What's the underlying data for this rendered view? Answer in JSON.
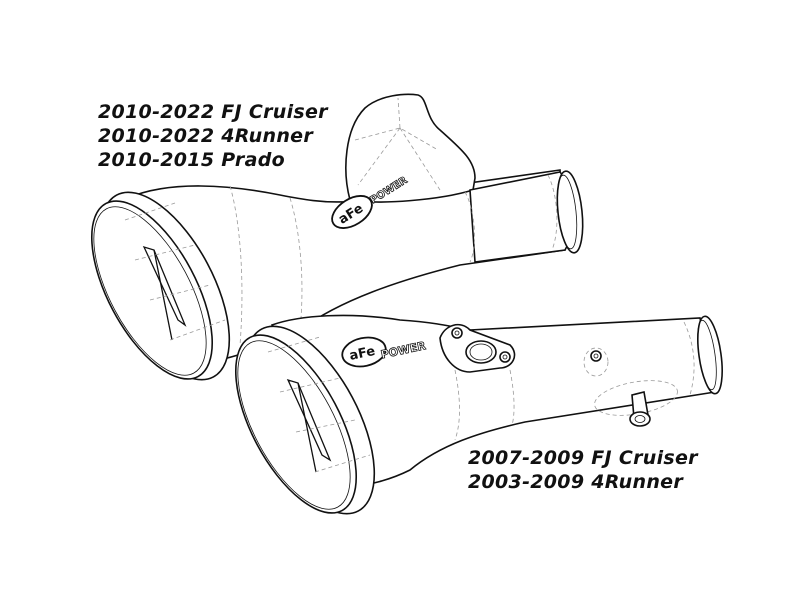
{
  "diagram": {
    "subject": "Intake tube line drawings",
    "line_color": "#111111",
    "hidden_line_color": "#9a9a9a",
    "background": "#ffffff"
  },
  "parts": [
    {
      "id": "upper-tube",
      "logo": {
        "mark": "aFe",
        "word": "POWER"
      },
      "applications": [
        "2010-2022 FJ Cruiser",
        "2010-2022 4Runner",
        "2010-2015 Prado"
      ]
    },
    {
      "id": "lower-tube",
      "logo": {
        "mark": "aFe",
        "word": "POWER"
      },
      "applications": [
        "2007-2009 FJ Cruiser",
        "2003-2009 4Runner"
      ]
    }
  ]
}
